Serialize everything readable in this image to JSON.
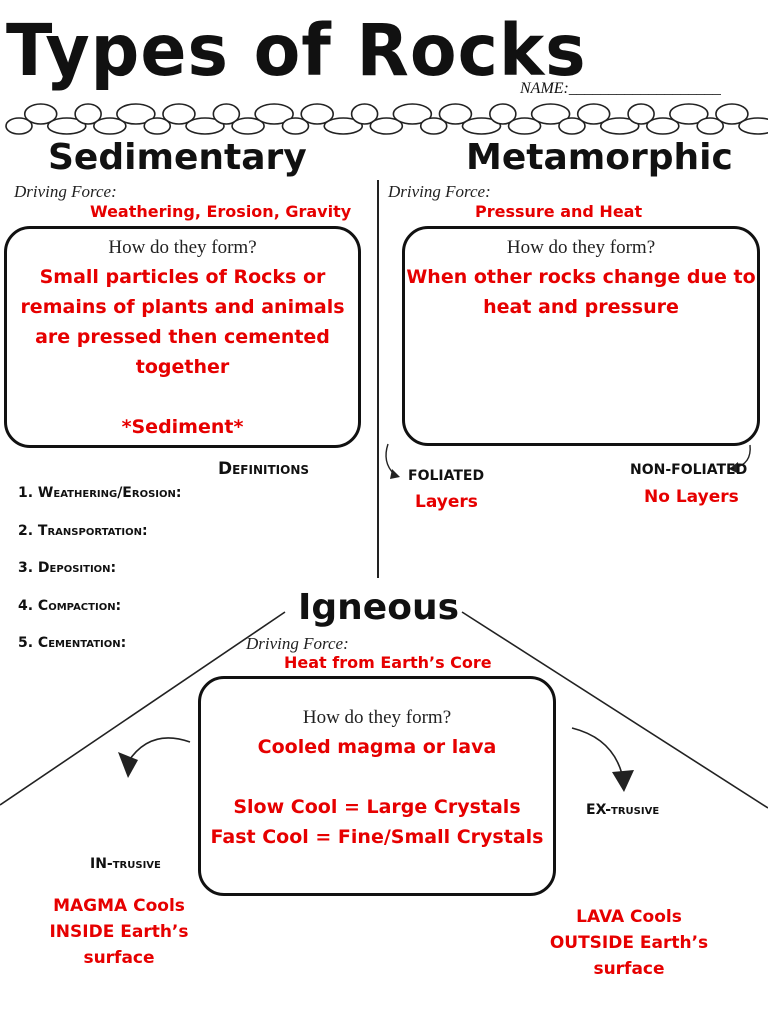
{
  "title": "Types of Rocks",
  "name_label": "NAME:___________________",
  "sedimentary": {
    "heading": "Sedimentary",
    "driving_force_label": "Driving Force:",
    "driving_force": "Weathering, Erosion, Gravity",
    "how_label": "How do they form?",
    "answer_lines": [
      "Small particles of Rocks or",
      "remains of plants and animals",
      "are pressed then cemented",
      "together"
    ],
    "note": "*Sediment*"
  },
  "metamorphic": {
    "heading": "Metamorphic",
    "driving_force_label": "Driving Force:",
    "driving_force": "Pressure and Heat",
    "how_label": "How do they form?",
    "answer_lines": [
      "When other rocks change due to",
      "heat and pressure"
    ],
    "foliated_label": "FOLIATED",
    "foliated_answer": "Layers",
    "nonfoliated_label": "NON-FOLIATED",
    "nonfoliated_answer": "No Layers"
  },
  "definitions": {
    "heading": "Definitions",
    "items": [
      "1. Weathering/Erosion:",
      "2. Transportation:",
      "3. Deposition:",
      "4. Compaction:",
      "5. Cementation:"
    ]
  },
  "igneous": {
    "heading": "Igneous",
    "driving_force_label": "Driving Force:",
    "driving_force": "Heat from Earth’s Core",
    "how_label": "How do they form?",
    "answer": "Cooled magma or lava",
    "slow": "Slow Cool = Large Crystals",
    "fast": "Fast Cool = Fine/Small Crystals",
    "intrusive_label": "IN-trusive",
    "intrusive_lines": [
      "MAGMA Cools",
      "INSIDE Earth’s surface"
    ],
    "extrusive_label": "EX-trusive",
    "extrusive_lines": [
      "LAVA Cools",
      "OUTSIDE Earth’s surface"
    ]
  },
  "colors": {
    "answer": "#e60000",
    "ink": "#111111"
  }
}
